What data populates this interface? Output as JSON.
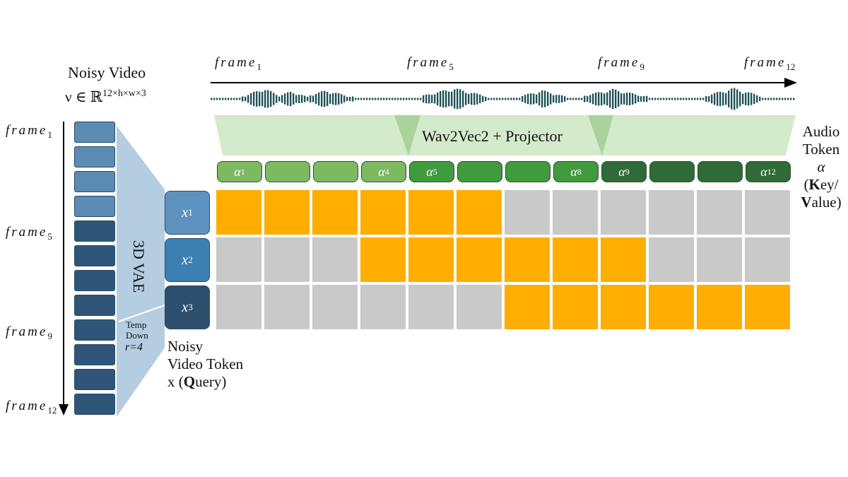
{
  "video": {
    "title": "Noisy Video",
    "formula_prefix": "ν ∈ ℝ",
    "formula_sup": "12×h×w×3"
  },
  "left_frames": [
    {
      "base": "frame",
      "sub": "1"
    },
    {
      "base": "frame",
      "sub": "5"
    },
    {
      "base": "frame",
      "sub": "9"
    },
    {
      "base": "frame",
      "sub": "12"
    }
  ],
  "top_frames": [
    {
      "base": "frame",
      "sub": "1"
    },
    {
      "base": "frame",
      "sub": "5"
    },
    {
      "base": "frame",
      "sub": "9"
    },
    {
      "base": "frame",
      "sub": "12"
    }
  ],
  "vae": {
    "label": "3D VAE",
    "temp_line1": "Temp",
    "temp_line2": "Down",
    "rate": "r=4"
  },
  "query_tokens": [
    {
      "base": "x",
      "sup": "1"
    },
    {
      "base": "x",
      "sup": "2"
    },
    {
      "base": "x",
      "sup": "3"
    }
  ],
  "query_caption": {
    "line1": "Noisy",
    "line2": "Video Token",
    "line3_prefix": "x (",
    "line3_bold": "Q",
    "line3_suffix": "uery)"
  },
  "projector": {
    "label": "Wav2Vec2 + Projector"
  },
  "audio_tokens": [
    {
      "label": "α",
      "sup": "1"
    },
    {
      "label": "",
      "sup": ""
    },
    {
      "label": "",
      "sup": ""
    },
    {
      "label": "α",
      "sup": "4"
    },
    {
      "label": "α",
      "sup": "5"
    },
    {
      "label": "",
      "sup": ""
    },
    {
      "label": "",
      "sup": ""
    },
    {
      "label": "α",
      "sup": "8"
    },
    {
      "label": "α",
      "sup": "9"
    },
    {
      "label": "",
      "sup": ""
    },
    {
      "label": "",
      "sup": ""
    },
    {
      "label": "α",
      "sup": "12"
    }
  ],
  "audio_caption": {
    "line1": "Audio",
    "line2": "Token",
    "line3": "α",
    "line4_bold": "K",
    "line4_rest": "ey/",
    "line5_bold": "V",
    "line5_rest": "alue)"
  },
  "attention": {
    "rows": [
      [
        1,
        1,
        1,
        1,
        1,
        1,
        0,
        0,
        0,
        0,
        0,
        0
      ],
      [
        0,
        0,
        0,
        1,
        1,
        1,
        1,
        1,
        1,
        0,
        0,
        0
      ],
      [
        0,
        0,
        0,
        0,
        0,
        0,
        1,
        1,
        1,
        1,
        1,
        1
      ]
    ]
  },
  "colors": {
    "active": "#FFAD00",
    "inactive": "#C9C9C9",
    "projector": "#D3EACB",
    "frame_light": "#5B8BB3",
    "frame_dark": "#2F5679",
    "vae": "#B5CDE1",
    "token_light": "#7CB960",
    "token_mid": "#3F9B3E",
    "token_dark": "#2F6B36",
    "query_1": "#5E92BE",
    "query_2": "#3C7FB2",
    "query_3": "#2D4F6E",
    "waveform": "#1F5257"
  },
  "icons": [
    "time-arrow-icon",
    "waveform-icon"
  ]
}
